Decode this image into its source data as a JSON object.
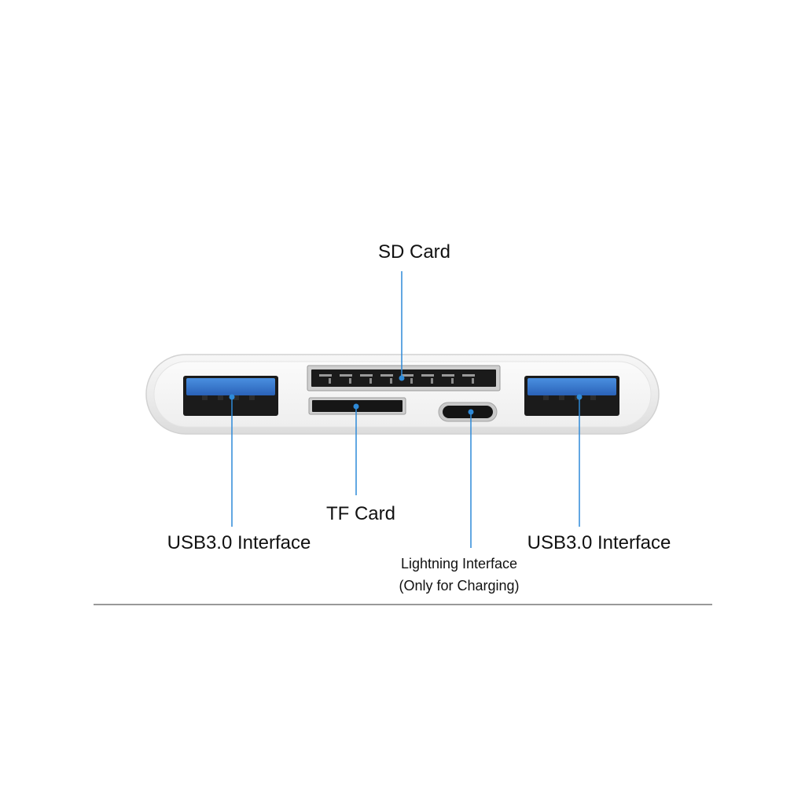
{
  "labels": {
    "sd_card": "SD Card",
    "tf_card": "TF Card",
    "usb_left": "USB3.0 Interface",
    "usb_right": "USB3.0 Interface",
    "lightning_line1": "Lightning Interface",
    "lightning_line2": "(Only for Charging)"
  },
  "colors": {
    "callout_line": "#2e8ad8",
    "usb_tongue": "#2f6fc4",
    "divider": "#333333",
    "label_text": "#111111"
  },
  "icons": [
    "usb-a-port-icon",
    "sd-card-slot-icon",
    "tf-card-slot-icon",
    "lightning-port-icon"
  ]
}
